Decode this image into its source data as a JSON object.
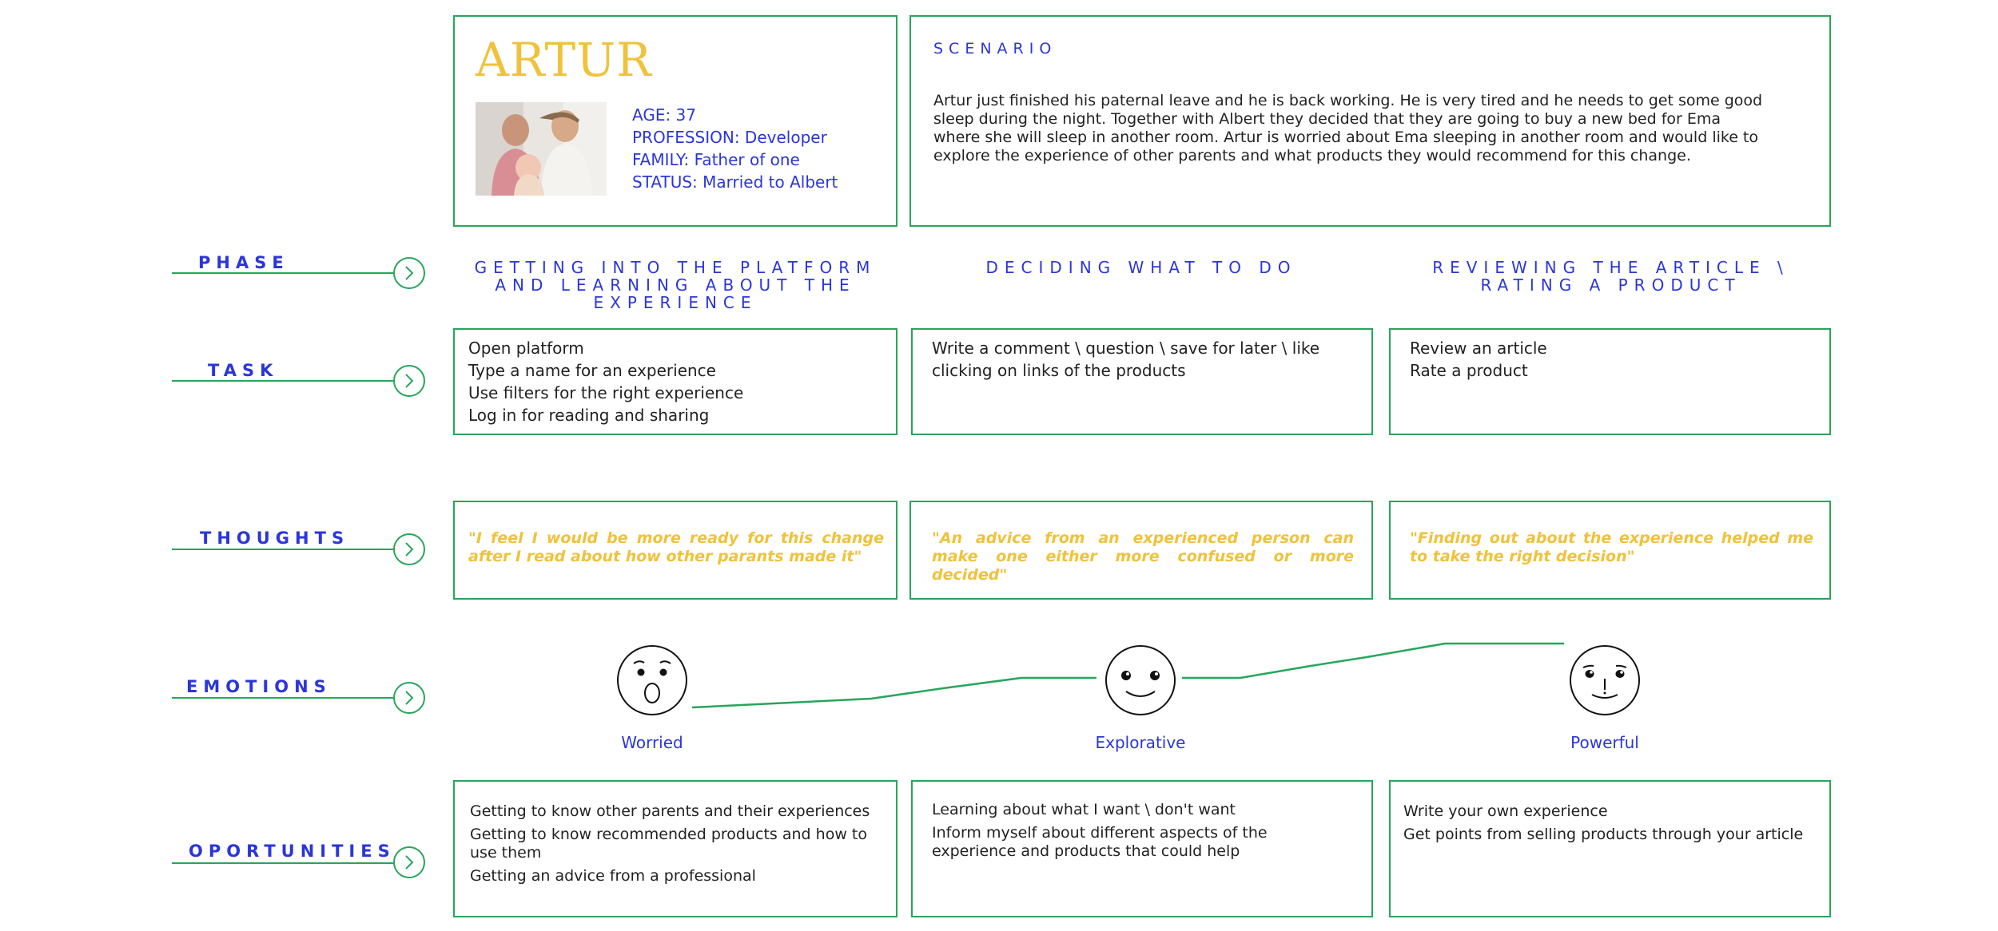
{
  "persona": {
    "name": "ARTUR",
    "age": "AGE: 37",
    "profession": "PROFESSION: Developer",
    "family": "FAMILY: Father of one",
    "status": "STATUS: Married to Albert"
  },
  "scenario": {
    "title": "SCENARIO",
    "text": "Artur just finished his paternal leave and he is back working. He is very tired and he needs to get some good sleep during the night. Together with Albert they decided that they are going to buy a new bed for Ema where she will sleep in another room. Artur is worried about Ema sleeping in another room and would like to explore the experience of other parents and what products they would recommend for this change."
  },
  "rows": {
    "phase": "PHASE",
    "task": "TASK",
    "thoughts": "THOUGHTS",
    "emotions": "EMOTIONS",
    "oportunities": "OPORTUNITIES"
  },
  "phases": [
    "GETTING INTO THE PLATFORM AND LEARNING ABOUT THE EXPERIENCE",
    "DECIDING WHAT TO DO",
    "REVIEWING THE ARTICLE \\ RATING A PRODUCT"
  ],
  "tasks": [
    [
      "Open platform",
      "Type a name for an experience",
      "Use filters for the right experience",
      "Log in for reading and sharing"
    ],
    [
      "Write a comment \\ question \\ save for later \\ like",
      "clicking on links of the products"
    ],
    [
      "Review an article",
      "Rate a product"
    ]
  ],
  "thoughts": [
    "\"I feel I would be more ready for this change after I read about how other parants made it\"",
    "\"An advice from an experienced person can make one either more confused or more decided\"",
    "\"Finding out about the experience helped me to take the right decision\""
  ],
  "emotions": [
    {
      "label": "Worried",
      "icon": "worried-face-icon"
    },
    {
      "label": "Explorative",
      "icon": "smiling-face-icon"
    },
    {
      "label": "Powerful",
      "icon": "confident-face-icon"
    }
  ],
  "opportunities": [
    [
      "Getting to know other parents and their experiences",
      "Getting to know recommended products and how to use them",
      "Getting an advice from a professional"
    ],
    [
      "Learning about what I want \\ don't want",
      "Inform myself about different aspects of the experience and products that could help"
    ],
    [
      "Write your own experience",
      "Get points from selling products through your article"
    ]
  ]
}
